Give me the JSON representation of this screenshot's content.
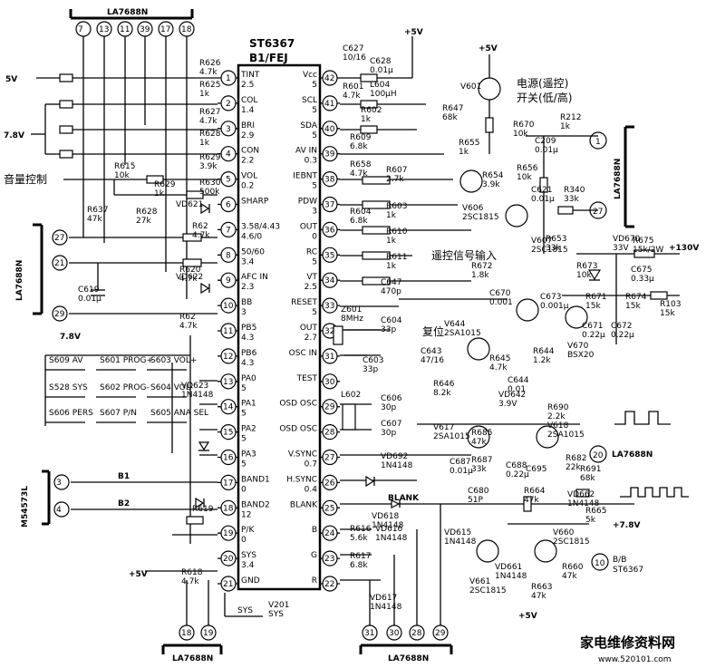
{
  "ic": {
    "name": "ST6367",
    "sub": "B1/FEJ"
  },
  "connectors": {
    "top_left": {
      "label": "LA7688N",
      "pins": [
        "7",
        "13",
        "11",
        "39",
        "17",
        "18"
      ]
    },
    "left_mid": {
      "label": "LA7688N",
      "pins": [
        "27",
        "21",
        "29"
      ]
    },
    "left_low": {
      "label": "M54573L",
      "pins": [
        "3",
        "4"
      ]
    },
    "bottom_left": {
      "label": "LA7688N",
      "pins": [
        "18",
        "19"
      ]
    },
    "bottom_mid": {
      "label": "LA7688N",
      "pins": [
        "31",
        "30",
        "28",
        "29"
      ]
    },
    "right_top": {
      "label": "LA7688N",
      "pins": [
        "1",
        "27"
      ]
    },
    "right_mid": {
      "label": "LA7688N",
      "pin": "20"
    },
    "right_low": {
      "label": "ST6367",
      "pin": "10",
      "signal": "B/B"
    }
  },
  "left_pins": [
    {
      "num": "1",
      "name": "TINT",
      "v": "2.5"
    },
    {
      "num": "2",
      "name": "COL",
      "v": "1.4"
    },
    {
      "num": "3",
      "name": "BRI",
      "v": "2.9"
    },
    {
      "num": "4",
      "name": "CON",
      "v": "2.2"
    },
    {
      "num": "5",
      "name": "VOL",
      "v": "0.2"
    },
    {
      "num": "6",
      "name": "SHARP",
      "v": ""
    },
    {
      "num": "7",
      "name": "3.58/4.43",
      "v": "4.6/0"
    },
    {
      "num": "8",
      "name": "50/60",
      "v": "3.4"
    },
    {
      "num": "9",
      "name": "AFC IN",
      "v": "2.3"
    },
    {
      "num": "10",
      "name": "BB",
      "v": "3"
    },
    {
      "num": "11",
      "name": "PB5",
      "v": "4.3"
    },
    {
      "num": "12",
      "name": "PB6",
      "v": "4.3"
    },
    {
      "num": "13",
      "name": "PA0",
      "v": "5"
    },
    {
      "num": "14",
      "name": "PA1",
      "v": "5"
    },
    {
      "num": "15",
      "name": "PA2",
      "v": "5"
    },
    {
      "num": "16",
      "name": "PA3",
      "v": "5"
    },
    {
      "num": "17",
      "name": "BAND1",
      "v": "0"
    },
    {
      "num": "18",
      "name": "BAND2",
      "v": "12"
    },
    {
      "num": "19",
      "name": "P/K",
      "v": "0"
    },
    {
      "num": "20",
      "name": "SYS",
      "v": "3.4"
    },
    {
      "num": "21",
      "name": "GND",
      "v": ""
    }
  ],
  "right_pins": [
    {
      "num": "42",
      "name": "Vcc",
      "v": "5"
    },
    {
      "num": "41",
      "name": "SCL",
      "v": "5"
    },
    {
      "num": "40",
      "name": "SDA",
      "v": "5"
    },
    {
      "num": "39",
      "name": "AV IN",
      "v": "0.3"
    },
    {
      "num": "38",
      "name": "IEBNT",
      "v": "5"
    },
    {
      "num": "37",
      "name": "PDW",
      "v": "3"
    },
    {
      "num": "36",
      "name": "OUT",
      "v": "0"
    },
    {
      "num": "35",
      "name": "RC",
      "v": "5"
    },
    {
      "num": "34",
      "name": "VT",
      "v": "2.5"
    },
    {
      "num": "33",
      "name": "RESET",
      "v": "5"
    },
    {
      "num": "32",
      "name": "OUT",
      "v": "2.7"
    },
    {
      "num": "31",
      "name": "OSC IN",
      "v": ""
    },
    {
      "num": "30",
      "name": "TEST",
      "v": ""
    },
    {
      "num": "29",
      "name": "OSD OSC",
      "v": ""
    },
    {
      "num": "28",
      "name": "OSD OSC",
      "v": ""
    },
    {
      "num": "27",
      "name": "V.SYNC",
      "v": "0.7"
    },
    {
      "num": "26",
      "name": "H.SYNC",
      "v": "0.4"
    },
    {
      "num": "25",
      "name": "BLANK",
      "v": ""
    },
    {
      "num": "24",
      "name": "B",
      "v": ""
    },
    {
      "num": "23",
      "name": "G",
      "v": ""
    },
    {
      "num": "22",
      "name": "R",
      "v": ""
    }
  ],
  "supplies": {
    "v5_left": "5V",
    "v78_a": "7.8V",
    "v78_b": "7.8V",
    "v5_top": "+5V",
    "v5_top2": "+5V",
    "v5_low": "+5V",
    "v5_bot": "+5V",
    "v130": "+130V",
    "v78_right": "+7.8V"
  },
  "left_components": [
    {
      "ref": "R626",
      "val": "4.7k"
    },
    {
      "ref": "R625",
      "val": "1k"
    },
    {
      "ref": "R627",
      "val": "4.7k"
    },
    {
      "ref": "R628",
      "val": "1k"
    },
    {
      "ref": "R629",
      "val": "3.9k"
    },
    {
      "ref": "R615",
      "val": "10k"
    },
    {
      "ref": "R629",
      "val": "1k"
    },
    {
      "ref": "R630",
      "val": "500k"
    },
    {
      "ref": "R637",
      "val": "47k"
    },
    {
      "ref": "R628",
      "val": "27k"
    },
    {
      "ref": "VD621",
      "val": ""
    },
    {
      "ref": "R62",
      "val": "4.7k"
    },
    {
      "ref": "R620",
      "val": "4.7k"
    },
    {
      "ref": "C619",
      "val": "0.01μ"
    },
    {
      "ref": "VD622",
      "val": ""
    },
    {
      "ref": "R62",
      "val": "4.7k"
    },
    {
      "ref": "VD623",
      "val": "1N4148"
    },
    {
      "ref": "R619",
      "val": ""
    },
    {
      "ref": "R618",
      "val": "4.7k"
    },
    {
      "ref": "V201",
      "val": "SYS"
    }
  ],
  "keys": [
    [
      "S609 AV",
      "S601 PROG+",
      "S603 VOL+"
    ],
    [
      "S528 SYS",
      "S602 PROG-",
      "S604 VOL-"
    ],
    [
      "S606 PERS",
      "S607 P/N",
      "S605 ANA SEL"
    ]
  ],
  "top_components": [
    {
      "ref": "C627",
      "val": "10/16"
    },
    {
      "ref": "C628",
      "val": "0.01μ"
    },
    {
      "ref": "R601",
      "val": "4.7k"
    },
    {
      "ref": "L604",
      "val": "100μH"
    },
    {
      "ref": "R602",
      "val": "1k"
    },
    {
      "ref": "R609",
      "val": "6.8k"
    },
    {
      "ref": "R658",
      "val": "4.7k"
    },
    {
      "ref": "R607",
      "val": "2.7k"
    },
    {
      "ref": "R604",
      "val": "6.8k"
    },
    {
      "ref": "R603",
      "val": "1k"
    },
    {
      "ref": "R610",
      "val": "1k"
    },
    {
      "ref": "R611",
      "val": "1k"
    },
    {
      "ref": "R647",
      "val": "68k"
    },
    {
      "ref": "V601",
      "val": ""
    },
    {
      "ref": "R655",
      "val": "1k"
    },
    {
      "ref": "R654",
      "val": "3.9k"
    },
    {
      "ref": "V606",
      "val": "2SC1815"
    },
    {
      "ref": "R670",
      "val": "10k"
    },
    {
      "ref": "C209",
      "val": "0.01μ"
    },
    {
      "ref": "R212",
      "val": "1k"
    },
    {
      "ref": "R656",
      "val": "10k"
    },
    {
      "ref": "C621",
      "val": "0.01μ"
    },
    {
      "ref": "R340",
      "val": "33k"
    },
    {
      "ref": "V607",
      "val": "2SC1815"
    },
    {
      "ref": "R653",
      "val": "33k"
    }
  ],
  "mid_components": [
    {
      "ref": "C647",
      "val": "470p"
    },
    {
      "ref": "R672",
      "val": "1.8k"
    },
    {
      "ref": "C670",
      "val": "0.001"
    },
    {
      "ref": "C673",
      "val": "0.001μ"
    },
    {
      "ref": "VD670",
      "val": "33V"
    },
    {
      "ref": "R675",
      "val": "15k/2W"
    },
    {
      "ref": "C675",
      "val": "0.33μ"
    },
    {
      "ref": "R673",
      "val": "10k"
    },
    {
      "ref": "R671",
      "val": "15k"
    },
    {
      "ref": "R674",
      "val": "15k"
    },
    {
      "ref": "C671",
      "val": "0.22μ"
    },
    {
      "ref": "C672",
      "val": "0.22μ"
    },
    {
      "ref": "R103",
      "val": "15k"
    },
    {
      "ref": "V670",
      "val": "BSX20"
    },
    {
      "ref": "Z601",
      "val": "8MHz"
    },
    {
      "ref": "C604",
      "val": "33p"
    },
    {
      "ref": "C603",
      "val": "33p"
    },
    {
      "ref": "V644",
      "val": "2SA1015"
    },
    {
      "ref": "C643",
      "val": "47/16"
    },
    {
      "ref": "R645",
      "val": "4.7k"
    },
    {
      "ref": "R644",
      "val": "1.2k"
    },
    {
      "ref": "R646",
      "val": "8.2k"
    },
    {
      "ref": "C644",
      "val": "0.01"
    },
    {
      "ref": "VD642",
      "val": "3.9V"
    },
    {
      "ref": "C606",
      "val": "30p"
    },
    {
      "ref": "C607",
      "val": "30p"
    },
    {
      "ref": "L602",
      "val": ""
    }
  ],
  "low_components": [
    {
      "ref": "R690",
      "val": "2.2k"
    },
    {
      "ref": "V617",
      "val": "2SA1015"
    },
    {
      "ref": "V618",
      "val": "2SA1015"
    },
    {
      "ref": "R685",
      "val": "47k"
    },
    {
      "ref": "R687",
      "val": "33k"
    },
    {
      "ref": "C688",
      "val": "0.22μ"
    },
    {
      "ref": "VD692",
      "val": "1N4148"
    },
    {
      "ref": "C687",
      "val": "0.01μ"
    },
    {
      "ref": "R682",
      "val": "22k"
    },
    {
      "ref": "C695",
      "val": ""
    },
    {
      "ref": "R691",
      "val": "68k"
    },
    {
      "ref": "C680",
      "val": "51P"
    },
    {
      "ref": "R664",
      "val": "47k"
    },
    {
      "ref": "VD662",
      "val": "1N4148"
    },
    {
      "ref": "R665",
      "val": "5k"
    },
    {
      "ref": "VD618",
      "val": "1N4148"
    },
    {
      "ref": "VD615",
      "val": "1N4148"
    },
    {
      "ref": "VD616",
      "val": "1N4148"
    },
    {
      "ref": "VD617",
      "val": "1N4148"
    },
    {
      "ref": "V660",
      "val": "2SC1815"
    },
    {
      "ref": "VD661",
      "val": "1N4148"
    },
    {
      "ref": "V661",
      "val": "2SC1815"
    },
    {
      "ref": "R660",
      "val": "47k"
    },
    {
      "ref": "R663",
      "val": "47k"
    },
    {
      "ref": "R616",
      "val": "5.6k"
    },
    {
      "ref": "R617",
      "val": "6.8k"
    }
  ],
  "labels": {
    "power": "电源(遥控)",
    "power2": "开关(低/高)",
    "volume": "音量控制",
    "remote": "遥控信号输入",
    "reset": "复位",
    "b1": "B1",
    "b2": "B2",
    "blank": "BLANK",
    "sys": "SYS",
    "watermark": "家电维修资料网",
    "watermark_url": "www.520101.com"
  }
}
